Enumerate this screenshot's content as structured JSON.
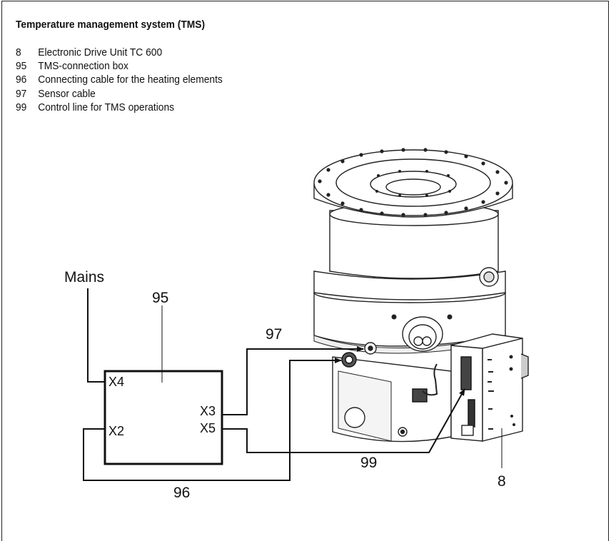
{
  "heading": "Temperature management system (TMS)",
  "legend": [
    {
      "num": "8",
      "text": "Electronic Drive Unit TC 600"
    },
    {
      "num": "95",
      "text": "TMS-connection box"
    },
    {
      "num": "96",
      "text": "Connecting cable for the heating elements"
    },
    {
      "num": "97",
      "text": "Sensor cable"
    },
    {
      "num": "99",
      "text": "Control line for TMS operations"
    }
  ],
  "diagram": {
    "mains_label": "Mains",
    "box_label": "95",
    "ports": {
      "x4": "X4",
      "x2": "X2",
      "x3": "X3",
      "x5": "X5"
    },
    "callouts": {
      "c97": "97",
      "c99": "99",
      "c96": "96",
      "c8": "8"
    }
  }
}
